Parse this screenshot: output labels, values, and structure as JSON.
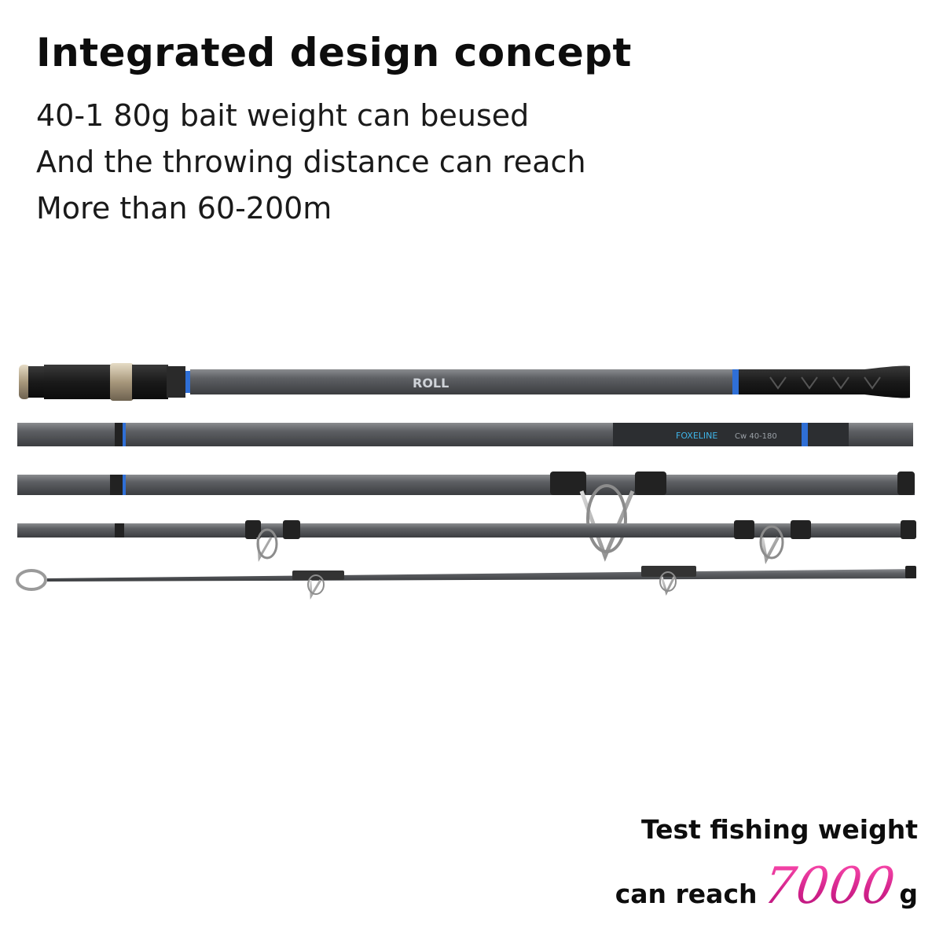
{
  "headline": "Integrated design concept",
  "spec_lines": [
    "40-1 80g bait weight can beused",
    "And the throwing distance can reach",
    "More than 60-200m"
  ],
  "rod": {
    "brand_mark": "ROLL",
    "section2_label": "FOXELINE",
    "section2_spec": "Cw 40-180",
    "colors": {
      "blank": "#5b5d60",
      "accent": "#2f6fd6",
      "ring": "#b9a98d",
      "grip": "#1f1f1f"
    }
  },
  "weight_claim": {
    "line1": "Test fishing weight",
    "prefix": "can reach",
    "value": "7000",
    "unit": "g",
    "value_color": "#d1218a"
  }
}
